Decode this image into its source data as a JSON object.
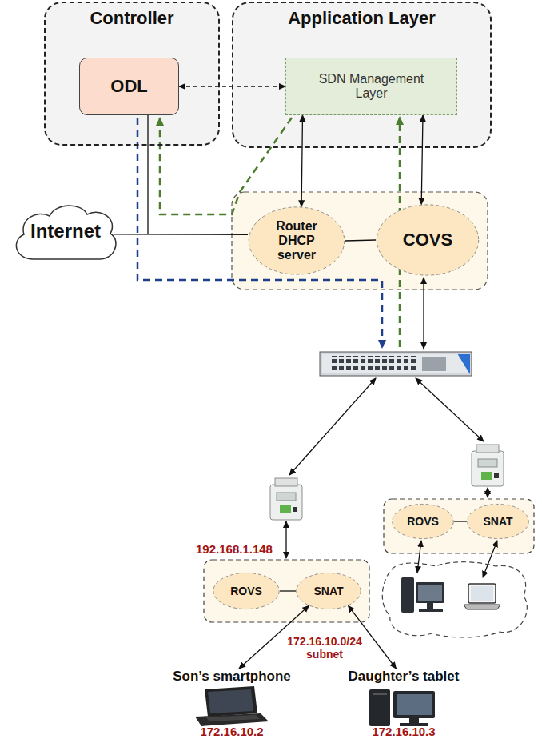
{
  "diagram": {
    "nodes": [
      {
        "text": [
          "Controller"
        ]
      },
      {
        "text": [
          "ODL"
        ],
        "in": 0
      },
      {
        "text": [
          "Application Layer"
        ]
      },
      {
        "text": [
          "SDN Management Layer"
        ],
        "in": 2
      },
      {
        "text": [
          "Internet"
        ]
      },
      {
        "text": [
          "Router DHCP server"
        ]
      },
      {
        "text": [
          "COVS"
        ]
      },
      {
        "text": [
          "ROVS"
        ]
      },
      {
        "text": [
          "SNAT"
        ]
      },
      {
        "text": [
          "ROVS"
        ]
      },
      {
        "text": [
          "SNAT"
        ]
      },
      {
        "text": [
          "Son’s smartphone",
          "172.16.10.2"
        ]
      },
      {
        "text": [
          "Daughter’s tablet",
          "172.16.10.3"
        ]
      }
    ],
    "edges": [
      {
        "from": 1,
        "to": 3,
        "arrow": "both"
      },
      {
        "from": 3,
        "to": 5,
        "arrow": "both"
      },
      {
        "from": 3,
        "to": 6,
        "arrow": "both"
      },
      {
        "from": 4,
        "to": 5,
        "arrow": "none"
      },
      {
        "from": 5,
        "to": 6,
        "arrow": "none"
      },
      {
        "from": 7,
        "to": 8,
        "arrow": "none"
      },
      {
        "from": 9,
        "to": 10,
        "arrow": "none"
      },
      {
        "from": 8,
        "to": 11,
        "arrow": "both"
      },
      {
        "from": 8,
        "to": 12,
        "arrow": "both"
      }
    ],
    "labels": [
      "192.168.1.148",
      "172.16.10.0/24 subnet"
    ]
  }
}
